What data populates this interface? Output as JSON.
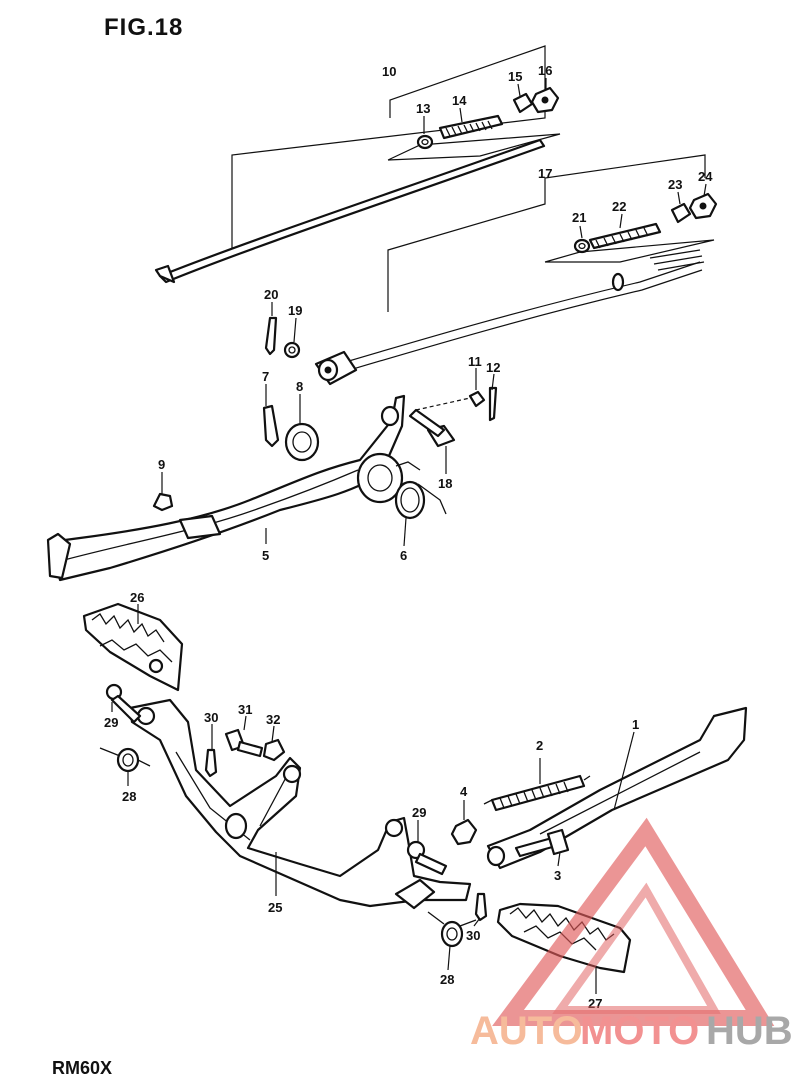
{
  "figure": {
    "title": "FIG.18",
    "model": "RM60X"
  },
  "watermark": {
    "brand_parts": [
      "AUTO",
      "MOTO",
      "HUB"
    ],
    "colors": {
      "auto": "#f5b08a",
      "moto": "#f07e7e",
      "hub": "#9a9a9a",
      "triangle": "#e05a5a"
    }
  },
  "callouts": [
    {
      "id": "10",
      "text": "10"
    },
    {
      "id": "13",
      "text": "13"
    },
    {
      "id": "14",
      "text": "14"
    },
    {
      "id": "15",
      "text": "15"
    },
    {
      "id": "16",
      "text": "16"
    },
    {
      "id": "17",
      "text": "17"
    },
    {
      "id": "21",
      "text": "21"
    },
    {
      "id": "22",
      "text": "22"
    },
    {
      "id": "23",
      "text": "23"
    },
    {
      "id": "24",
      "text": "24"
    },
    {
      "id": "20",
      "text": "20"
    },
    {
      "id": "19",
      "text": "19"
    },
    {
      "id": "7",
      "text": "7"
    },
    {
      "id": "8",
      "text": "8"
    },
    {
      "id": "11",
      "text": "11"
    },
    {
      "id": "12",
      "text": "12"
    },
    {
      "id": "9",
      "text": "9"
    },
    {
      "id": "18",
      "text": "18"
    },
    {
      "id": "5",
      "text": "5"
    },
    {
      "id": "6",
      "text": "6"
    },
    {
      "id": "26",
      "text": "26"
    },
    {
      "id": "29a",
      "text": "29"
    },
    {
      "id": "30a",
      "text": "30"
    },
    {
      "id": "31",
      "text": "31"
    },
    {
      "id": "32",
      "text": "32"
    },
    {
      "id": "28a",
      "text": "28"
    },
    {
      "id": "1",
      "text": "1"
    },
    {
      "id": "2",
      "text": "2"
    },
    {
      "id": "4",
      "text": "4"
    },
    {
      "id": "29b",
      "text": "29"
    },
    {
      "id": "3",
      "text": "3"
    },
    {
      "id": "25",
      "text": "25"
    },
    {
      "id": "30b",
      "text": "30"
    },
    {
      "id": "28b",
      "text": "28"
    },
    {
      "id": "27",
      "text": "27"
    }
  ]
}
